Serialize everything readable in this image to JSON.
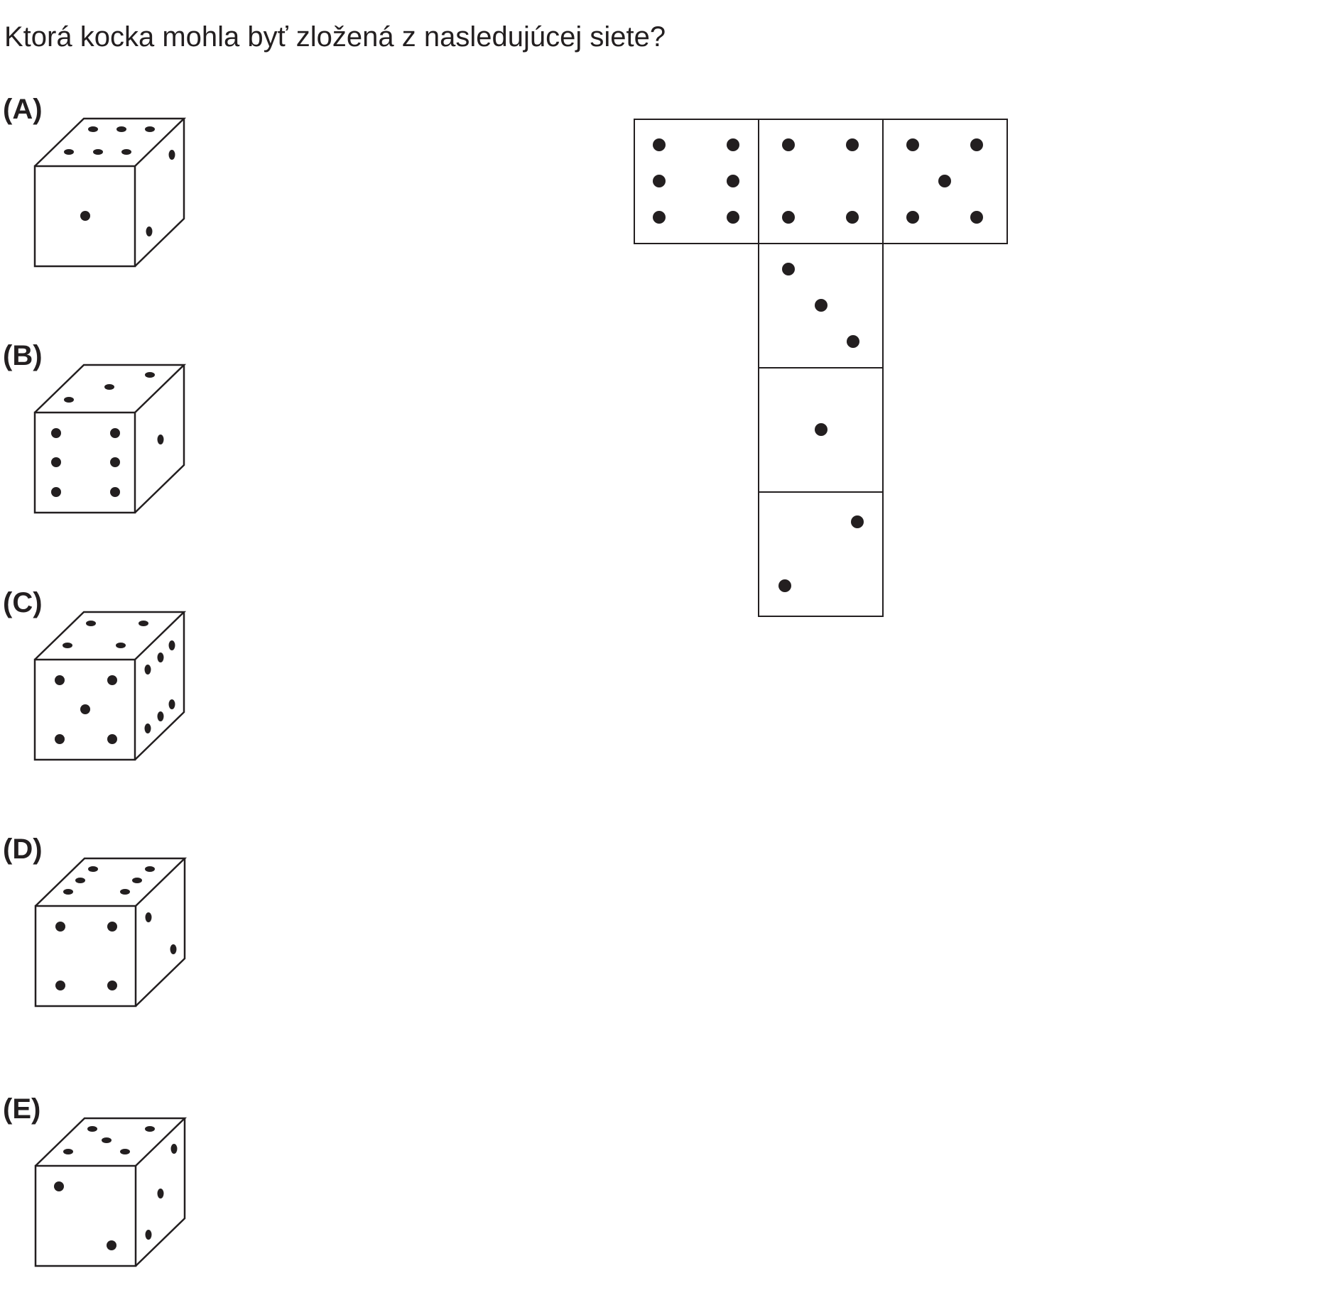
{
  "question": "Ktorá kocka mohla byť zložená z nasledujúcej siete?",
  "options": [
    {
      "label": "(A)",
      "front_dots": 1,
      "top_dots": 6,
      "right_dots": 2
    },
    {
      "label": "(B)",
      "front_dots": 6,
      "top_dots": 3,
      "right_dots": 1
    },
    {
      "label": "(C)",
      "front_dots": 5,
      "top_dots": 4,
      "right_dots": 6
    },
    {
      "label": "(D)",
      "front_dots": 4,
      "top_dots": 6,
      "right_dots": 2
    },
    {
      "label": "(E)",
      "front_dots": 2,
      "top_dots": 5,
      "right_dots": 3
    }
  ],
  "net": {
    "top_row_faces": [
      6,
      4,
      5
    ],
    "column_faces": [
      3,
      1,
      2
    ]
  },
  "colors": {
    "ink": "#231f20",
    "background": "#ffffff"
  }
}
